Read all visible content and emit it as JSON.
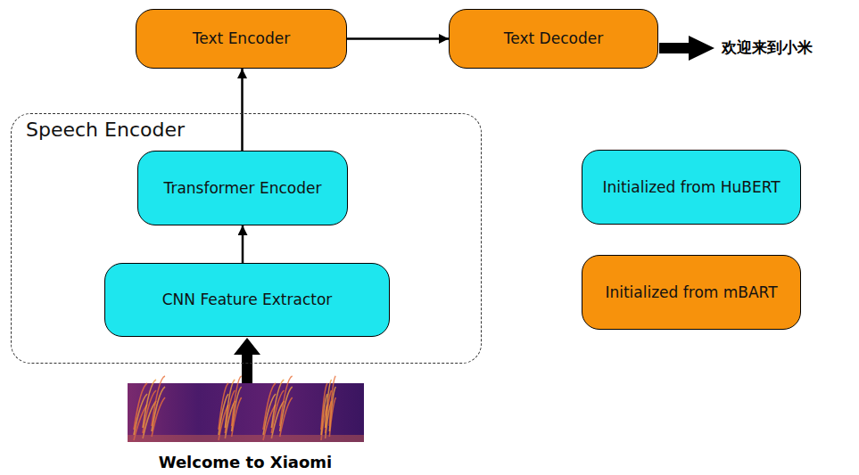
{
  "diagram": {
    "nodes": [
      {
        "text": [
          "Text Encoder"
        ]
      },
      {
        "text": [
          "Text Decoder"
        ]
      },
      {
        "text": [
          "Speech Encoder"
        ]
      },
      {
        "text": [
          "Transformer Encoder"
        ],
        "in": 2
      },
      {
        "text": [
          "CNN Feature Extractor"
        ],
        "in": 2
      }
    ],
    "edges": [
      {
        "from": 4,
        "to": 3,
        "arrow": "to"
      },
      {
        "from": 3,
        "to": 0,
        "arrow": "to"
      },
      {
        "from": 0,
        "to": 1,
        "arrow": "to"
      }
    ],
    "labels": [
      "欢迎来到小米",
      "Welcome to Xiaomi"
    ],
    "legend": [
      {
        "text": "Initialized from HuBERT",
        "color": "#1ee6ee"
      },
      {
        "text": "Initialized from mBART",
        "color": "#f7920c"
      }
    ]
  }
}
